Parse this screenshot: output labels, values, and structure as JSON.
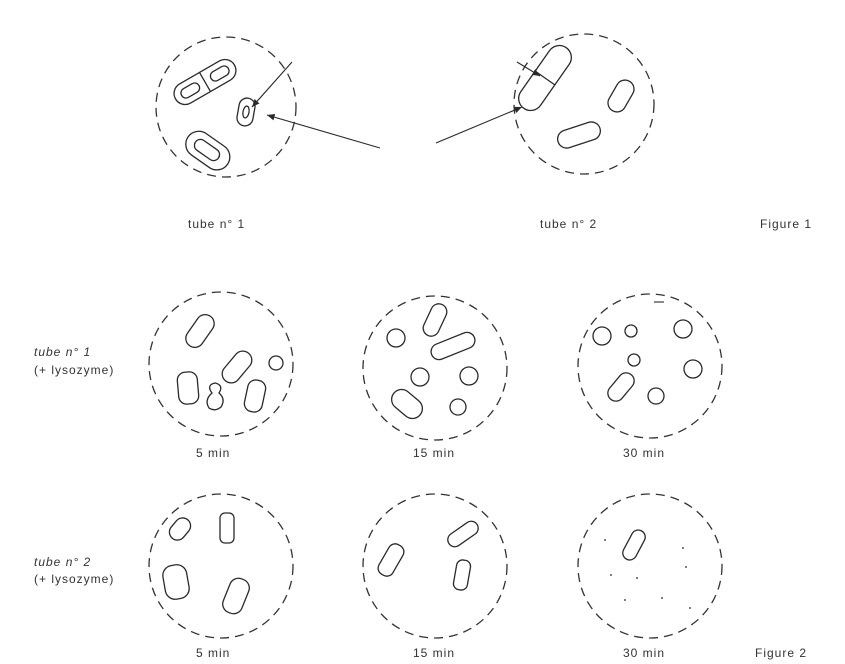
{
  "figure1": {
    "tube1_label": "tube n° 1",
    "tube2_label": "tube n° 2",
    "figure_label": "Figure 1"
  },
  "figure2": {
    "row1_label": "tube n° 1",
    "row1_sub": "(+ lysozyme)",
    "row2_label": "tube n° 2",
    "row2_sub": "(+ lysozyme)",
    "times": [
      "5 min",
      "15 min",
      "30 min"
    ],
    "figure_label": "Figure 2"
  }
}
